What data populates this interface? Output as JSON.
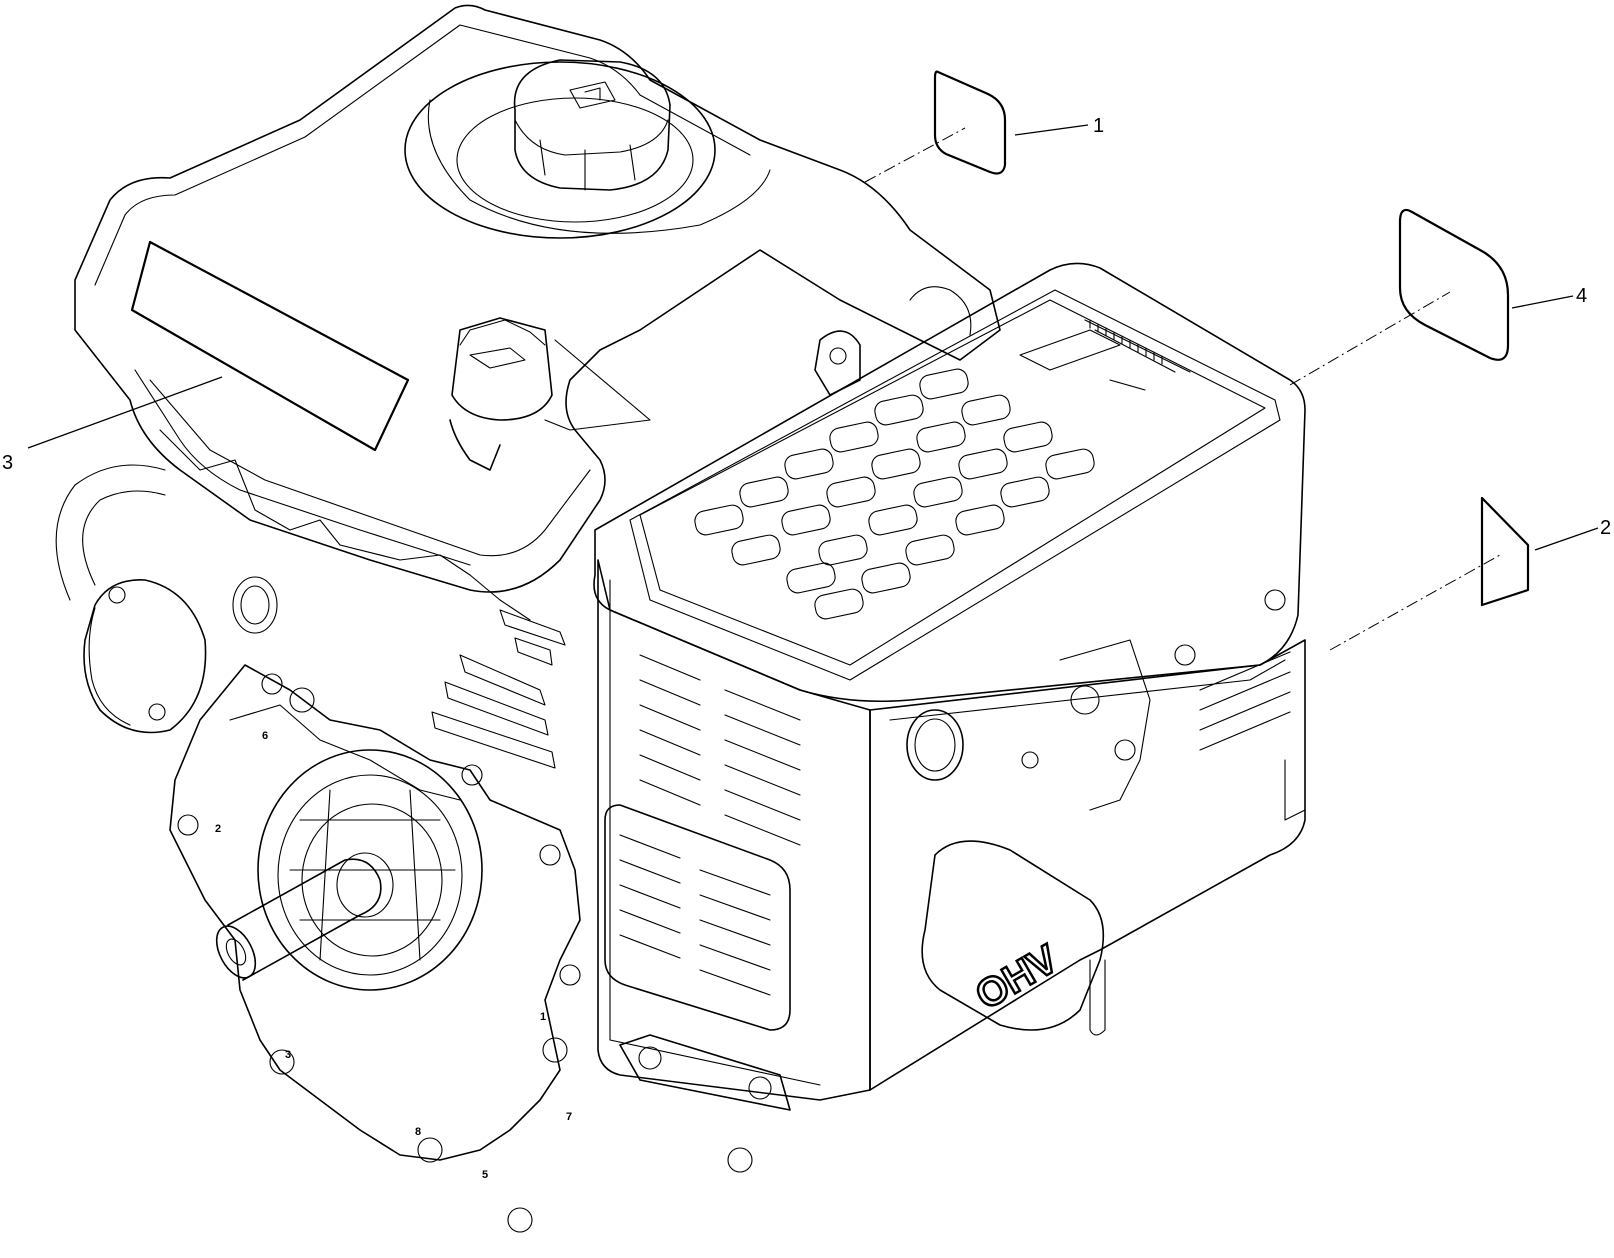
{
  "callouts": [
    {
      "id": "decal-1",
      "label": "1"
    },
    {
      "id": "decal-2",
      "label": "2"
    },
    {
      "id": "decal-3",
      "label": "3"
    },
    {
      "id": "decal-4",
      "label": "4"
    }
  ],
  "embossed": {
    "ohv": "OHV"
  },
  "cover_marks": [
    "6",
    "2",
    "3",
    "8",
    "5",
    "1",
    "7"
  ]
}
